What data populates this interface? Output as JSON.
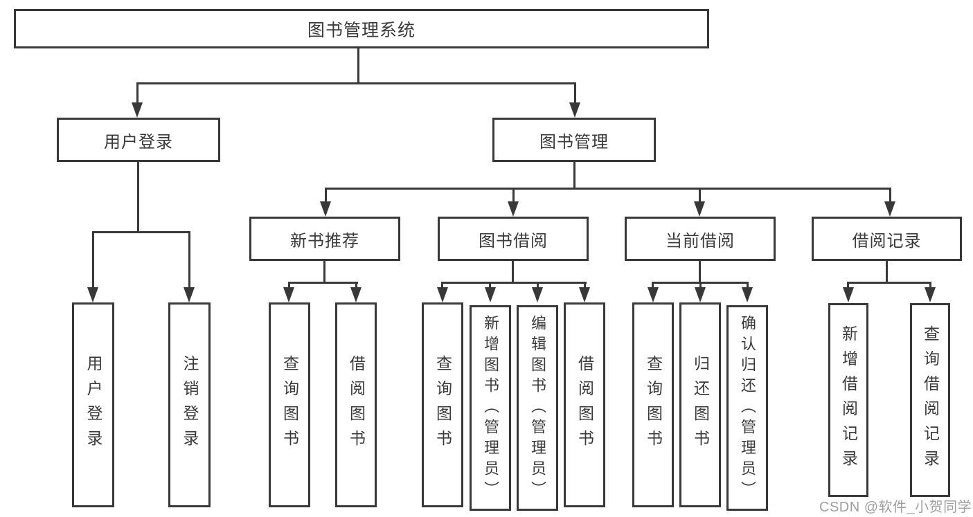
{
  "page": {
    "background": "#ffffff",
    "line_color": "#383838",
    "text_color": "#3a3a3a",
    "watermark": {
      "text": "CSDN @软件_小贺同学",
      "color": "#9e9e9e"
    }
  },
  "diagram": {
    "title": "图书管理系统",
    "branches": [
      {
        "label": "用户登录",
        "leaves": [
          {
            "label": "用户登录"
          },
          {
            "label": "注销登录"
          }
        ]
      },
      {
        "label": "图书管理",
        "groups": [
          {
            "label": "新书推荐",
            "leaves": [
              {
                "label": "查询图书"
              },
              {
                "label": "借阅图书"
              }
            ]
          },
          {
            "label": "图书借阅",
            "leaves": [
              {
                "label": "查询图书"
              },
              {
                "label": "新增图书（管理员）"
              },
              {
                "label": "编辑图书（管理员）"
              },
              {
                "label": "借阅图书"
              }
            ]
          },
          {
            "label": "当前借阅",
            "leaves": [
              {
                "label": "查询图书"
              },
              {
                "label": "归还图书"
              },
              {
                "label": "确认归还（管理员）"
              }
            ]
          },
          {
            "label": "借阅记录",
            "leaves": [
              {
                "label": "新增借阅记录"
              },
              {
                "label": "查询借阅记录"
              }
            ]
          }
        ]
      }
    ]
  }
}
